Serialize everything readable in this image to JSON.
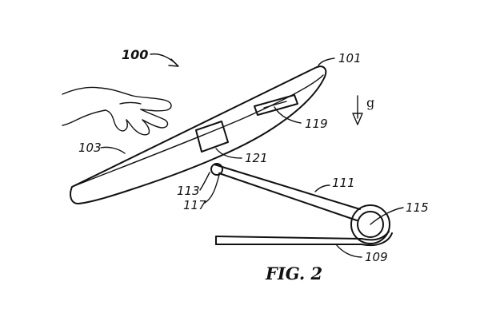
{
  "figure": {
    "caption": "FIG. 2",
    "gravity_symbol": "g",
    "labels": {
      "device_assembly": "100",
      "tablet": "101",
      "surface": "103",
      "stand": "109",
      "support_arm": "111",
      "hinge": "113",
      "roller": "115",
      "pivot": "117",
      "sensor": "119",
      "module": "121"
    }
  }
}
